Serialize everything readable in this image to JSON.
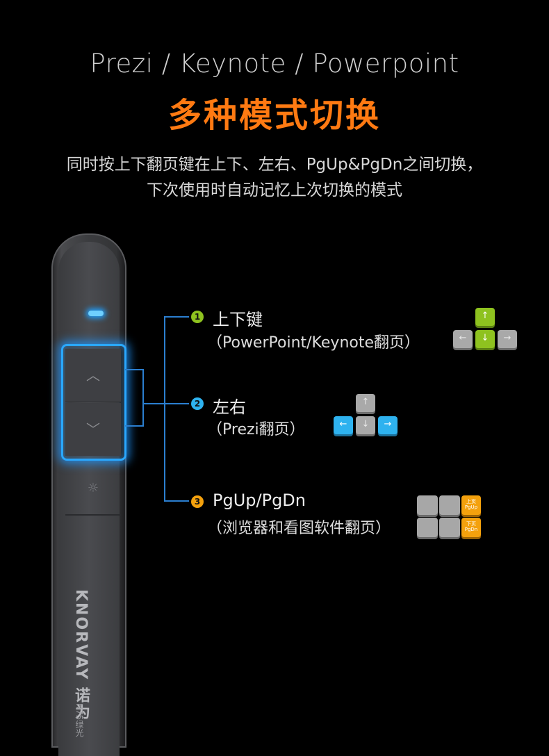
{
  "header": {
    "subtitle_en": "Prezi / Keynote / Powerpoint",
    "title_cn": "多种模式切换",
    "desc_line1": "同时按上下翻页键在上下、左右、PgUp&PgDn之间切换，",
    "desc_line2": "下次使用时自动记忆上次切换的模式"
  },
  "device": {
    "brand": "KNORVAY 诺为",
    "model": "N75绿光"
  },
  "modes": [
    {
      "number": "1",
      "title": "上下键",
      "subtitle": "（PowerPoint/Keynote翻页）",
      "color": "#8ec21f"
    },
    {
      "number": "2",
      "title": "左右",
      "subtitle": "（Prezi翻页）",
      "color": "#2eb2ef"
    },
    {
      "number": "3",
      "title": "PgUp/PgDn",
      "subtitle": "（浏览器和看图软件翻页）",
      "color": "#f4a10d"
    }
  ],
  "keys": {
    "up": "↑",
    "down": "↓",
    "left": "←",
    "right": "→",
    "pgup_label": "上页\nPgUp",
    "pgdn_label": "下页\nPgDn"
  },
  "accent_line_color": "#2b7fd0"
}
